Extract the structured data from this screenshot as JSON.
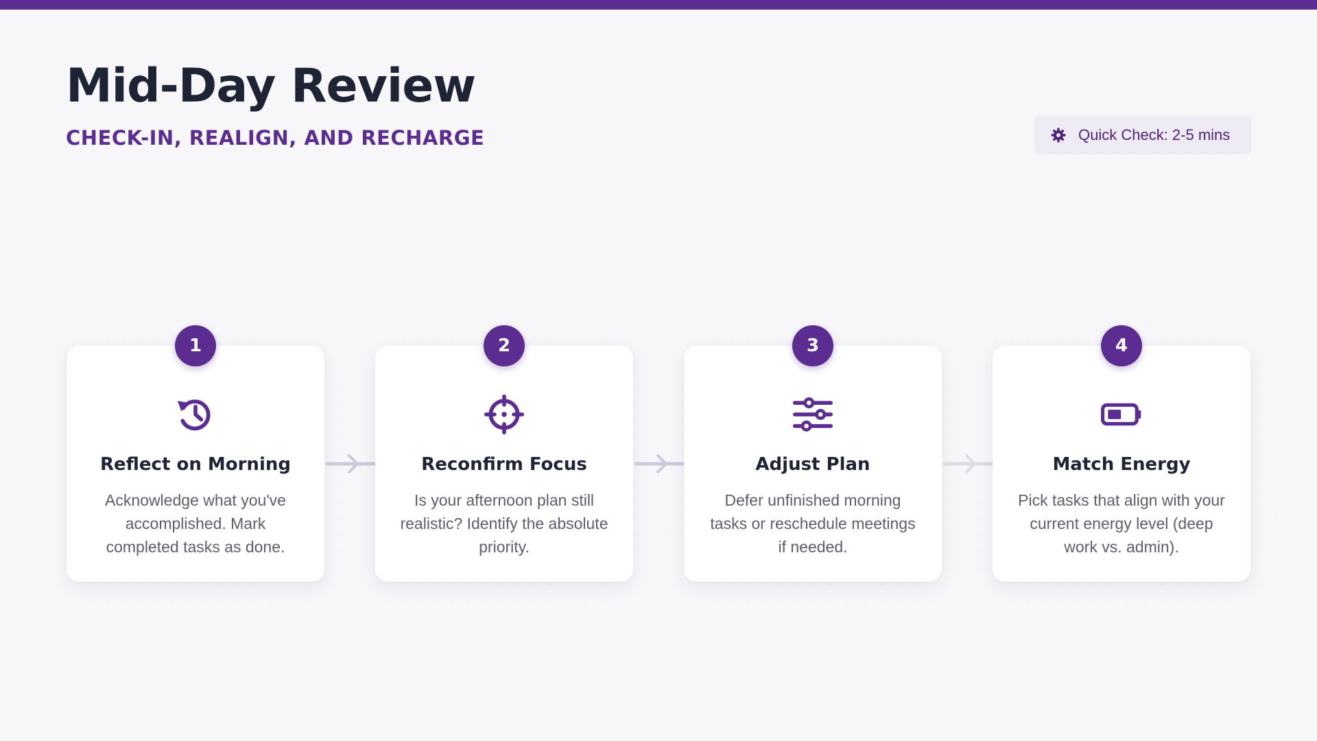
{
  "header": {
    "title": "Mid-Day Review",
    "subtitle": "CHECK-IN, REALIGN, AND RECHARGE"
  },
  "quick_check": {
    "icon": "gear-icon",
    "label": "Quick Check: 2-5 mins"
  },
  "steps": [
    {
      "number": "1",
      "icon": "history-icon",
      "title": "Reflect on Morning",
      "description": "Acknowledge what you've accomplished. Mark completed tasks as done."
    },
    {
      "number": "2",
      "icon": "crosshairs-icon",
      "title": "Reconfirm Focus",
      "description": "Is your afternoon plan still realistic? Identify the absolute priority."
    },
    {
      "number": "3",
      "icon": "sliders-icon",
      "title": "Adjust Plan",
      "description": "Defer unfinished morning tasks or reschedule meetings if needed."
    },
    {
      "number": "4",
      "icon": "battery-half-icon",
      "title": "Match Energy",
      "description": "Pick tasks that align with your current energy level (deep work vs. admin)."
    }
  ],
  "colors": {
    "accent": "#5b2d91",
    "text_dark": "#1e2433",
    "text_muted": "#5a5f6b",
    "connector": "#cfc8dc"
  }
}
